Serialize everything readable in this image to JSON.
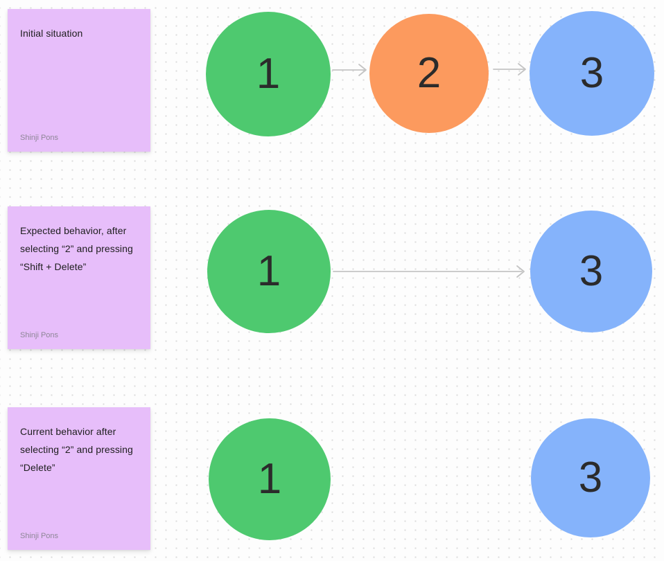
{
  "canvas": {
    "background_color": "#FDFDFD",
    "dot_grid_color": "#DBDBDB"
  },
  "connector_color": "#C4C4C4",
  "node_text_color": "#2B2B2B",
  "sticky_color": "#E7BEFA",
  "rows": [
    {
      "sticky": {
        "title": "Initial situation",
        "author": "Shinji Pons",
        "color": "#E7BEFA"
      },
      "nodes": [
        {
          "label": "1",
          "color": "#4EC96F"
        },
        {
          "label": "2",
          "color": "#FC9A5E"
        },
        {
          "label": "3",
          "color": "#85B3FB"
        }
      ],
      "connectors": [
        {
          "from": "1",
          "to": "2"
        },
        {
          "from": "2",
          "to": "3"
        }
      ]
    },
    {
      "sticky": {
        "title": "Expected behavior, after selecting “2” and pressing “Shift + Delete”",
        "author": "Shinji Pons",
        "color": "#E7BEFA"
      },
      "nodes": [
        {
          "label": "1",
          "color": "#4EC96F"
        },
        {
          "label": "3",
          "color": "#85B3FB"
        }
      ],
      "connectors": [
        {
          "from": "1",
          "to": "3"
        }
      ]
    },
    {
      "sticky": {
        "title": "Current behavior after selecting “2” and pressing “Delete”",
        "author": "Shinji Pons",
        "color": "#E7BEFA"
      },
      "nodes": [
        {
          "label": "1",
          "color": "#4EC96F"
        },
        {
          "label": "3",
          "color": "#85B3FB"
        }
      ],
      "connectors": []
    }
  ]
}
